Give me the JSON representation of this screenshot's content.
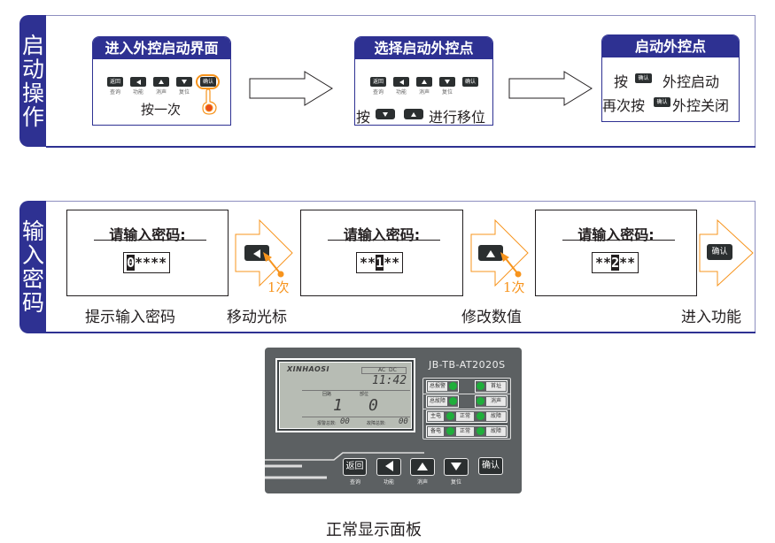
{
  "section_startup": {
    "tab_label": [
      "启",
      "动",
      "操",
      "作"
    ],
    "steps": [
      {
        "title": "进入外控启动界面",
        "keys": [
          {
            "label": "返回",
            "caption": "查询"
          },
          {
            "label": "◀",
            "caption": "功能"
          },
          {
            "label": "▲",
            "caption": "消声"
          },
          {
            "label": "▼",
            "caption": "复位"
          },
          {
            "label": "确认",
            "caption": ""
          }
        ],
        "highlighted_key": "确认",
        "instruction": "按一次"
      },
      {
        "title": "选择启动外控点",
        "keys": [
          {
            "label": "返回",
            "caption": "查询"
          },
          {
            "label": "◀",
            "caption": "功能"
          },
          {
            "label": "▲",
            "caption": "消声"
          },
          {
            "label": "▼",
            "caption": "复位"
          },
          {
            "label": "确认",
            "caption": ""
          }
        ],
        "instruction_prefix": "按",
        "instruction_suffix": "进行移位"
      },
      {
        "title": "启动外控点",
        "line1_prefix": "按",
        "line1_key": "确认",
        "line1_suffix": "外控启动",
        "line2_prefix": "再次按",
        "line2_key": "确认",
        "line2_suffix": "外控关闭"
      }
    ]
  },
  "section_password": {
    "tab_label": [
      "输",
      "入",
      "密",
      "码"
    ],
    "screens": [
      {
        "title": "请输入密码:",
        "before": "",
        "cursor": "0",
        "after": "****",
        "caption": "提示输入密码"
      },
      {
        "title": "请输入密码:",
        "before": "**",
        "cursor": "1",
        "after": "**",
        "caption": "修改数值"
      },
      {
        "title": "请输入密码:",
        "before": "**",
        "cursor": "2",
        "after": "**",
        "caption": ""
      }
    ],
    "arrows": [
      {
        "key": "◀",
        "count": "1次",
        "caption": "移动光标"
      },
      {
        "key": "▲",
        "count": "1次",
        "caption": ""
      },
      {
        "key": "确认",
        "count": "",
        "caption": "进入功能"
      }
    ]
  },
  "device_panel": {
    "brand": "XINHAOSI",
    "model": "JB-TB-AT2020S",
    "lcd": {
      "mode_ac": "AC",
      "mode_dc": "DC",
      "time": "11:42",
      "loop_label": "回路",
      "addr_label": "部位",
      "loop_value": "1",
      "addr_value": "0",
      "alarm_total_label": "报警总数:",
      "alarm_total": "00",
      "fault_total_label": "故障总数:",
      "fault_total": "00"
    },
    "indicators": [
      {
        "left": "总报警",
        "right": "首址"
      },
      {
        "left": "总故障",
        "right": "消声"
      },
      {
        "left": "主电",
        "mid": "正常",
        "right": "故障"
      },
      {
        "left": "备电",
        "mid": "正常",
        "right": "故障"
      }
    ],
    "led_color": "#1fae3b",
    "keys": [
      {
        "label": "返回",
        "caption": "查询"
      },
      {
        "label": "◀",
        "caption": "功能"
      },
      {
        "label": "▲",
        "caption": "消声"
      },
      {
        "label": "▼",
        "caption": "复位"
      },
      {
        "label": "确认",
        "caption": ""
      }
    ],
    "caption": "正常显示面板"
  },
  "colors": {
    "brand_blue": "#2e3192",
    "orange": "#f7941d",
    "key_dark": "#2b2f30",
    "panel_gray": "#5c6062"
  }
}
